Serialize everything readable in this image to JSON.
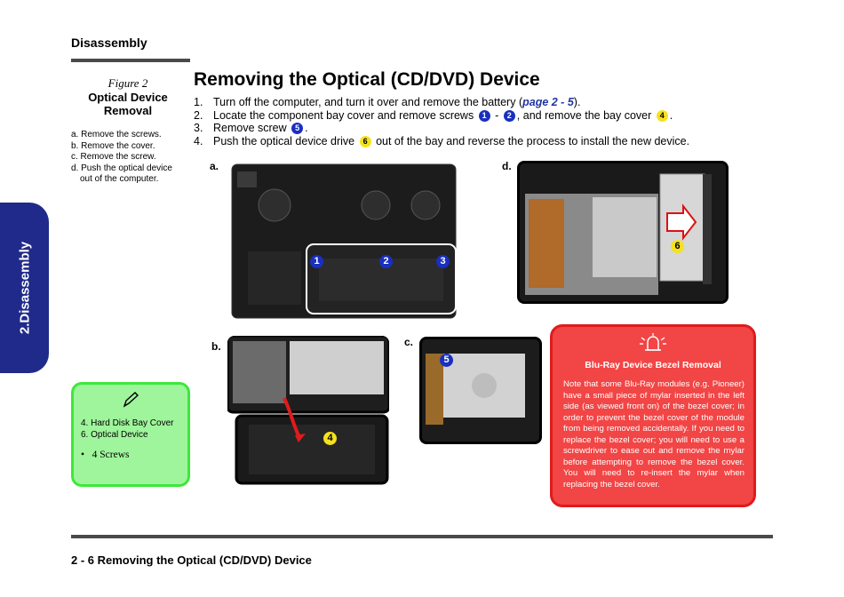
{
  "header": "Disassembly",
  "side_tab": "2.Disassembly",
  "figure": {
    "number": "Figure 2",
    "title_line1": "Optical Device",
    "title_line2": "Removal"
  },
  "left_steps": [
    "a. Remove the screws.",
    "b. Remove the cover.",
    "c. Remove the screw.",
    "d. Push the optical device out of the computer."
  ],
  "title": "Removing the Optical (CD/DVD) Device",
  "steps": {
    "s1": {
      "num": "1.",
      "text_a": "Turn off the computer, and turn it over and remove the battery (",
      "link": "page 2 - 5",
      "text_b": ")."
    },
    "s2": {
      "num": "2.",
      "text_a": "Locate the component bay cover and remove screws ",
      "b1": "1",
      "sep": " - ",
      "b2": "2",
      "text_b": ", and remove the bay cover ",
      "b3": "4",
      "text_c": "."
    },
    "s3": {
      "num": "3.",
      "text_a": "Remove screw ",
      "b1": "5",
      "text_b": "."
    },
    "s4": {
      "num": "4.",
      "text_a": "Push the optical device drive ",
      "b1": "6",
      "text_b": " out of the bay and reverse the process to install the new device."
    }
  },
  "photos": {
    "a": {
      "label": "a.",
      "callouts": [
        "1",
        "2",
        "3"
      ]
    },
    "b": {
      "label": "b.",
      "callouts": [
        "4"
      ]
    },
    "c": {
      "label": "c.",
      "callouts": [
        "5"
      ]
    },
    "d": {
      "label": "d.",
      "callouts": [
        "6"
      ]
    }
  },
  "legend": {
    "items": [
      "4.   Hard Disk Bay Cover",
      "6.   Optical Device"
    ],
    "bullet": "4 Screws"
  },
  "note": {
    "title": "Blu-Ray Device Bezel Removal",
    "body": "Note that some Blu-Ray modules (e.g. Pioneer) have a small piece of mylar inserted in the left side (as viewed front on) of the bezel cover; in order to prevent the bezel cover of the module from being removed accidentally. If you need to replace the bezel cover; you will need to use a screwdriver to ease out and remove the mylar before attempting to remove the bezel cover. You will need to re-insert the mylar when replacing the bezel cover."
  },
  "footer": "2  -  6  Removing the Optical (CD/DVD) Device",
  "colors": {
    "tab": "#1f2a8a",
    "link": "#2034a0",
    "green": "#9ff59b",
    "red": "#f24545",
    "badge_blue": "#1a2fbf",
    "badge_yellow": "#f5e21c"
  }
}
